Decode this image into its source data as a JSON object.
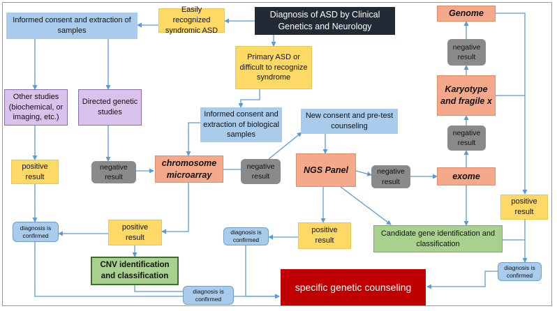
{
  "nodes": {
    "diagnosis": "Diagnosis of ASD by Clinical Genetics and Neurology",
    "easily_recognized": "Easily recognized syndromic ASD",
    "informed_consent_samples": "Informed consent and extraction of samples",
    "primary_asd": "Primary ASD or difficult to recognize syndrome",
    "genome": "Genome",
    "negative_result_genome": "negative result",
    "karyotype": "Karyotype and fragile x",
    "other_studies": "Other studies (biochemical, or imaging, etc.)",
    "directed_genetic": "Directed genetic studies",
    "informed_consent_bio": "Informed consent and extraction of biological samples",
    "new_consent": "New consent and pre-test counseling",
    "negative_result_karyotype": "negative result",
    "positive_other": "positive result",
    "negative_directed": "negative result",
    "chromosome_microarray": "chromosome microarray",
    "negative_microarray": "negative result",
    "ngs_panel": "NGS Panel",
    "negative_ngs": "negative result",
    "exome": "exome",
    "positive_exome": "positive result",
    "diag_confirmed_left": "diagnosis is confirmed",
    "positive_microarray": "positive result",
    "diag_confirmed_mid": "diagnosis is confirmed",
    "positive_ngs": "positive result",
    "candidate_gene": "Candidate gene identification and classification",
    "cnv": "CNV identification and classification",
    "diag_confirmed_right": "diagnosis is confirmed",
    "diag_confirmed_bottom": "diagnosis is confirmed",
    "specific_counseling": "specific genetic counseling"
  },
  "colors": {
    "blue": "#a9cbec",
    "yellow": "#ffd966",
    "purple": "#d9c3ec",
    "orange": "#f5a98b",
    "gray": "#8a8a8a",
    "green": "#a9d18e",
    "dark": "#222a36",
    "red": "#c00000",
    "arrow": "#5b9bd5"
  }
}
